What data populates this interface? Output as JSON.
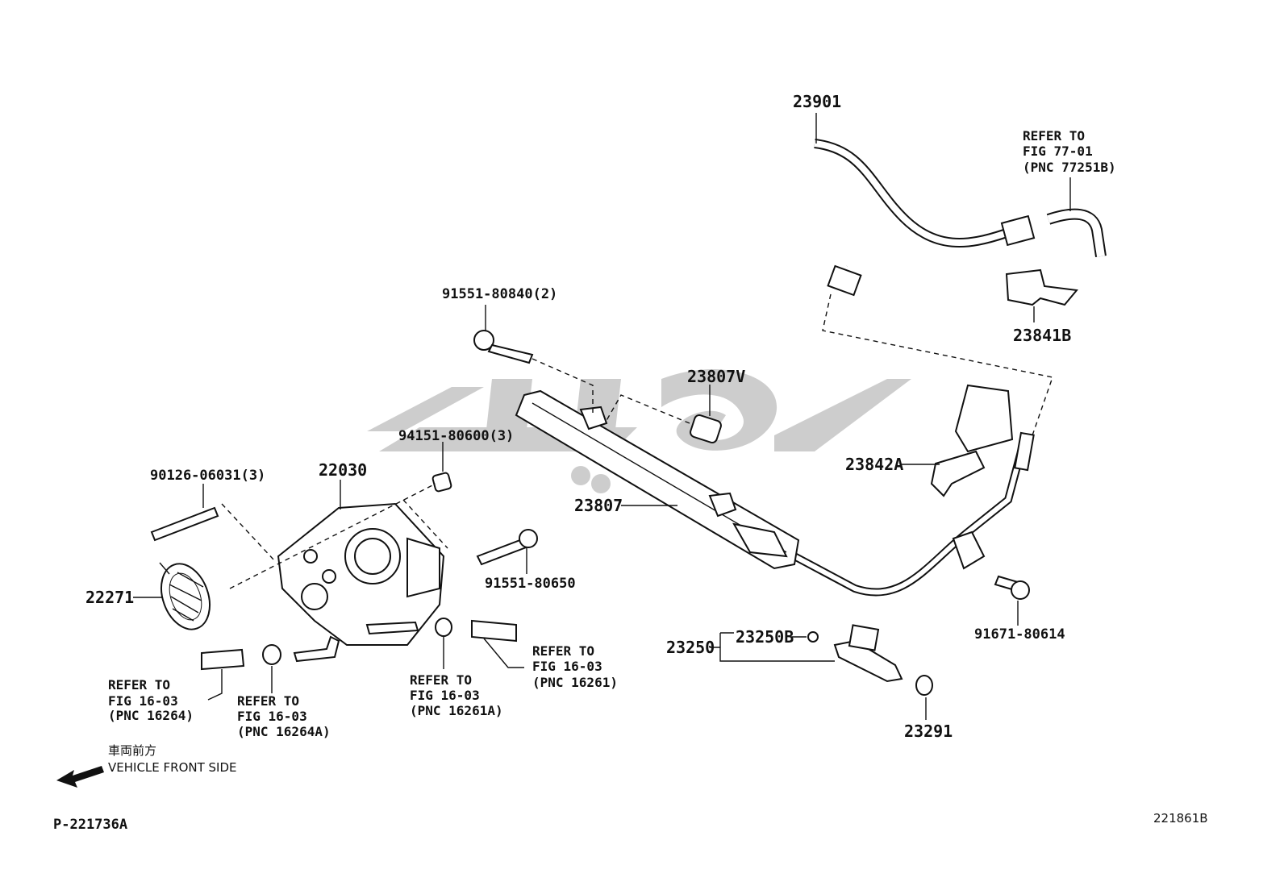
{
  "diagram": {
    "figure_code": "P-221736A",
    "ref_code": "221861B",
    "watermark_color": "#c8c8c8",
    "direction": {
      "japanese": "車両前方",
      "english": "VEHICLE FRONT SIDE",
      "icon": "arrow-left-icon"
    },
    "part_labels": {
      "p23901": "23901",
      "p23841B": "23841B",
      "p23842A": "23842A",
      "p23807": "23807",
      "p23807V": "23807V",
      "p91551_80840": "91551-80840(2)",
      "p94151_80600": "94151-80600(3)",
      "p90126_06031": "90126-06031(3)",
      "p22030": "22030",
      "p22271": "22271",
      "p91551_80650": "91551-80650",
      "p91671_80614": "91671-80614",
      "p23250": "23250",
      "p23250B": "23250B",
      "p23291": "23291"
    },
    "references": {
      "r77251B": {
        "line1": "REFER TO",
        "line2": "FIG  77-01",
        "line3": "(PNC 77251B)"
      },
      "r16264": {
        "line1": "REFER TO",
        "line2": "FIG  16-03",
        "line3": "(PNC 16264)"
      },
      "r16264A": {
        "line1": "REFER TO",
        "line2": "FIG  16-03",
        "line3": "(PNC 16264A)"
      },
      "r16261A": {
        "line1": "REFER TO",
        "line2": "FIG  16-03",
        "line3": "(PNC 16261A)"
      },
      "r16261": {
        "line1": "REFER TO",
        "line2": "FIG  16-03",
        "line3": "(PNC 16261)"
      }
    }
  }
}
